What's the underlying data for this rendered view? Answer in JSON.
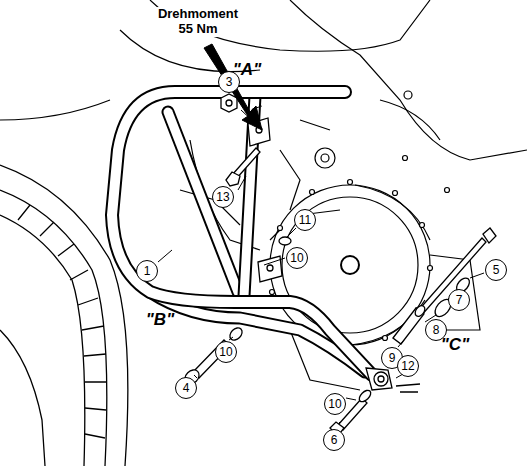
{
  "diagram": {
    "nodes": [
      {
        "text": [
          "3"
        ]
      },
      {
        "text": [
          "13"
        ]
      },
      {
        "text": [
          "11"
        ]
      },
      {
        "text": [
          "10"
        ]
      },
      {
        "text": [
          "1"
        ]
      },
      {
        "text": [
          "5"
        ]
      },
      {
        "text": [
          "7"
        ]
      },
      {
        "text": [
          "8"
        ]
      },
      {
        "text": [
          "10"
        ]
      },
      {
        "text": [
          "9"
        ]
      },
      {
        "text": [
          "4"
        ]
      },
      {
        "text": [
          "12"
        ]
      },
      {
        "text": [
          "10"
        ]
      },
      {
        "text": [
          "6"
        ]
      }
    ],
    "labels": [
      "Drehmoment 55 Nm",
      "\"A\"",
      "\"B\"",
      "\"C\""
    ]
  }
}
